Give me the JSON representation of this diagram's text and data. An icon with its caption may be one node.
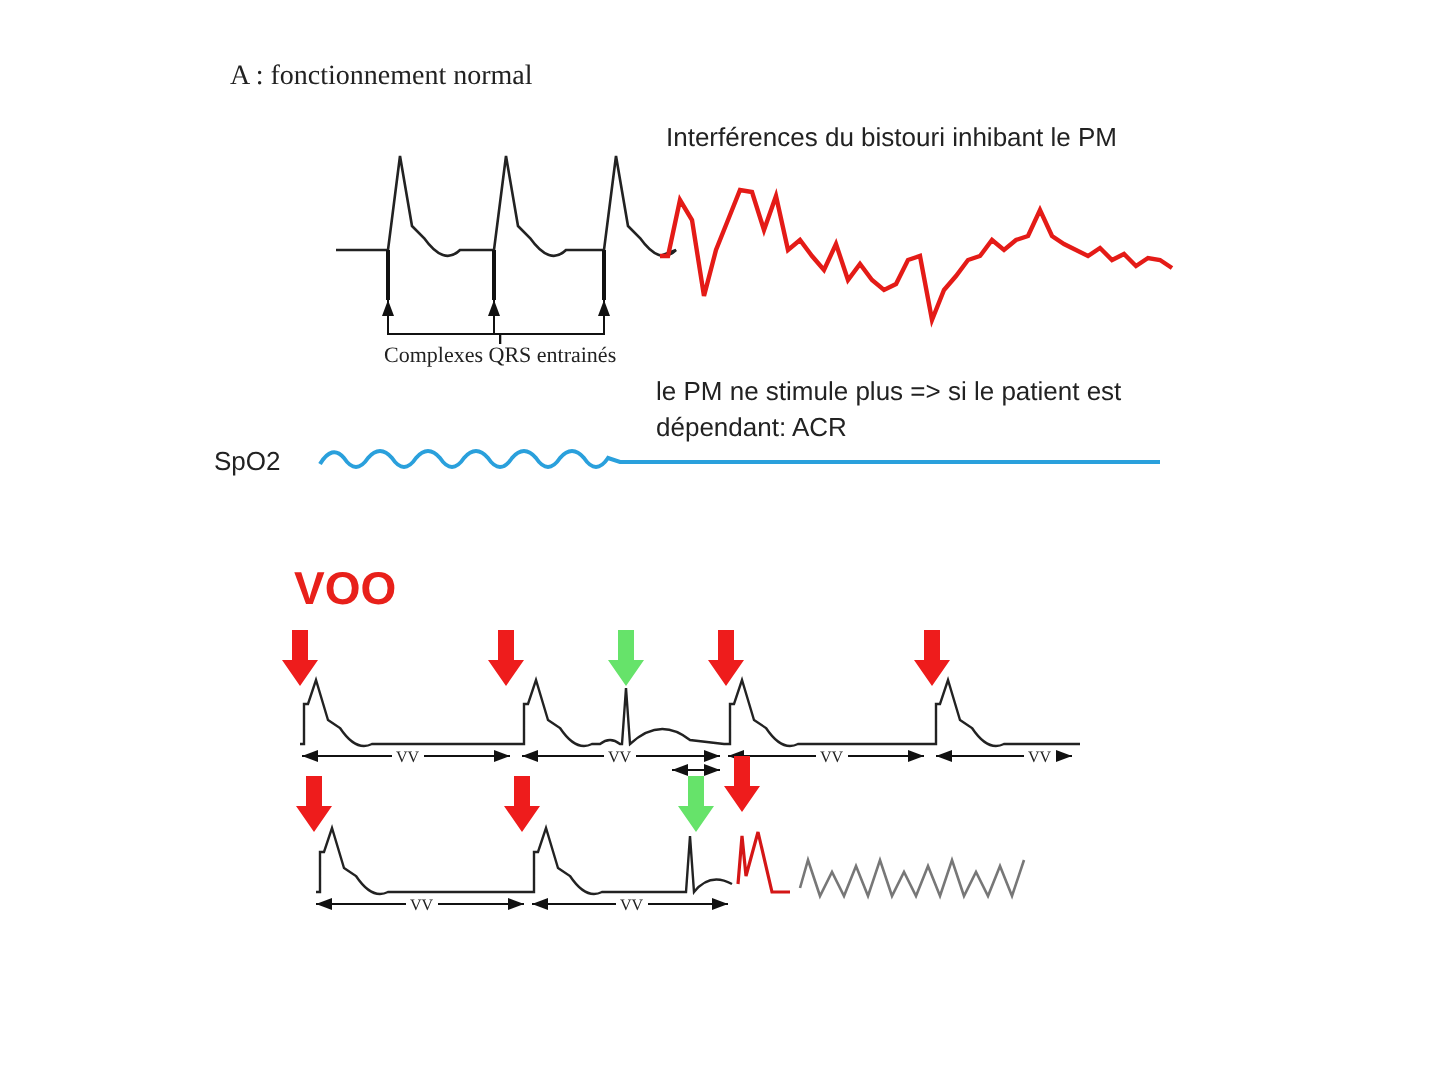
{
  "diagram": {
    "nodes": [
      {
        "text": [
          "Complexes QRS entrainés"
        ]
      },
      {
        "text": [],
        "shape": "bar"
      },
      {
        "text": [],
        "shape": "bar"
      },
      {
        "text": [],
        "shape": "bar"
      }
    ],
    "edges": [
      {
        "from": 0,
        "to": 1,
        "arrow": "to"
      },
      {
        "from": 0,
        "to": 2,
        "arrow": "to"
      },
      {
        "from": 0,
        "to": 3,
        "arrow": "to"
      }
    ],
    "labels": [
      "A : fonctionnement normal",
      "Interférences du bistouri inhibant le PM",
      "le PM ne stimule plus => si le patient est dépendant: ACR",
      "SpO2",
      "VOO",
      "VV",
      "VV",
      "VV",
      "VV",
      "VV",
      "VV"
    ]
  }
}
